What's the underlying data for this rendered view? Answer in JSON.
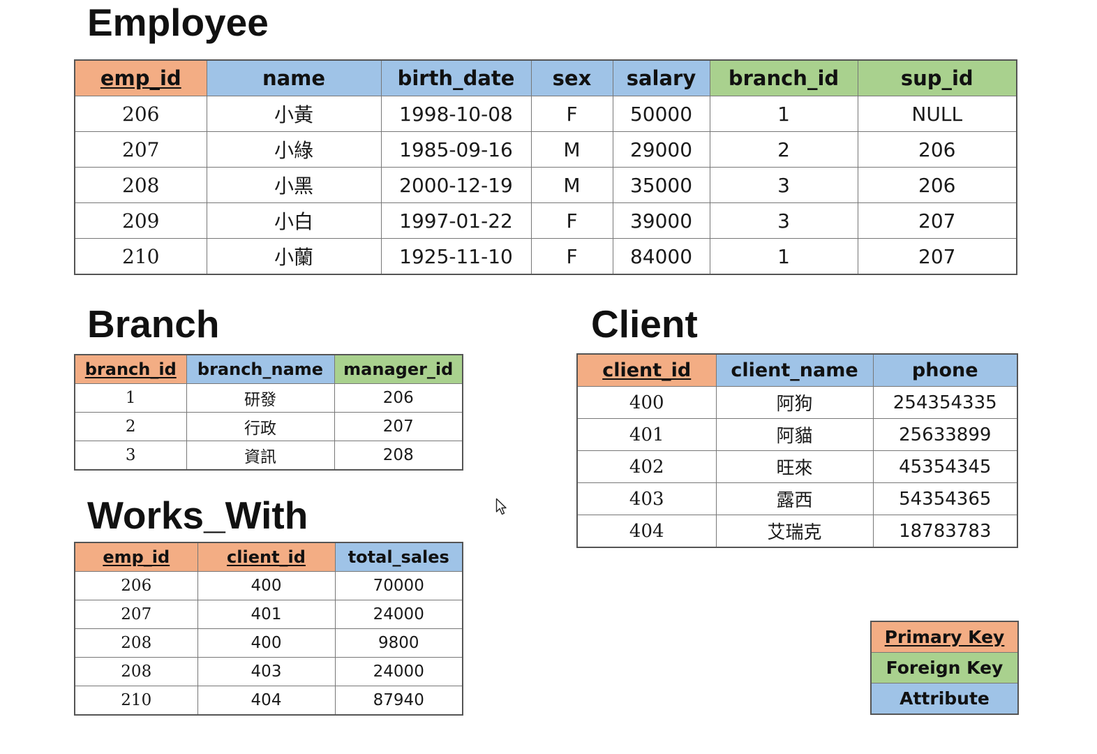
{
  "employee": {
    "title": "Employee",
    "columns": [
      "emp_id",
      "name",
      "birth_date",
      "sex",
      "salary",
      "branch_id",
      "sup_id"
    ],
    "rows": [
      [
        "206",
        "小黃",
        "1998-10-08",
        "F",
        "50000",
        "1",
        "NULL"
      ],
      [
        "207",
        "小綠",
        "1985-09-16",
        "M",
        "29000",
        "2",
        "206"
      ],
      [
        "208",
        "小黑",
        "2000-12-19",
        "M",
        "35000",
        "3",
        "206"
      ],
      [
        "209",
        "小白",
        "1997-01-22",
        "F",
        "39000",
        "3",
        "207"
      ],
      [
        "210",
        "小蘭",
        "1925-11-10",
        "F",
        "84000",
        "1",
        "207"
      ]
    ]
  },
  "branch": {
    "title": "Branch",
    "columns": [
      "branch_id",
      "branch_name",
      "manager_id"
    ],
    "rows": [
      [
        "1",
        "研發",
        "206"
      ],
      [
        "2",
        "行政",
        "207"
      ],
      [
        "3",
        "資訊",
        "208"
      ]
    ]
  },
  "client": {
    "title": "Client",
    "columns": [
      "client_id",
      "client_name",
      "phone"
    ],
    "rows": [
      [
        "400",
        "阿狗",
        "254354335"
      ],
      [
        "401",
        "阿貓",
        "25633899"
      ],
      [
        "402",
        "旺來",
        "45354345"
      ],
      [
        "403",
        "露西",
        "54354365"
      ],
      [
        "404",
        "艾瑞克",
        "18783783"
      ]
    ]
  },
  "works_with": {
    "title": "Works_With",
    "columns": [
      "emp_id",
      "client_id",
      "total_sales"
    ],
    "rows": [
      [
        "206",
        "400",
        "70000"
      ],
      [
        "207",
        "401",
        "24000"
      ],
      [
        "208",
        "400",
        "9800"
      ],
      [
        "208",
        "403",
        "24000"
      ],
      [
        "210",
        "404",
        "87940"
      ]
    ]
  },
  "legend": {
    "primary_key": "Primary Key",
    "foreign_key": "Foreign Key",
    "attribute": "Attribute"
  },
  "colors": {
    "primary_key": "#f3ad84",
    "foreign_key": "#a9d18e",
    "attribute": "#9fc3e7"
  },
  "icons": {
    "cursor": "mouse-pointer-icon"
  }
}
